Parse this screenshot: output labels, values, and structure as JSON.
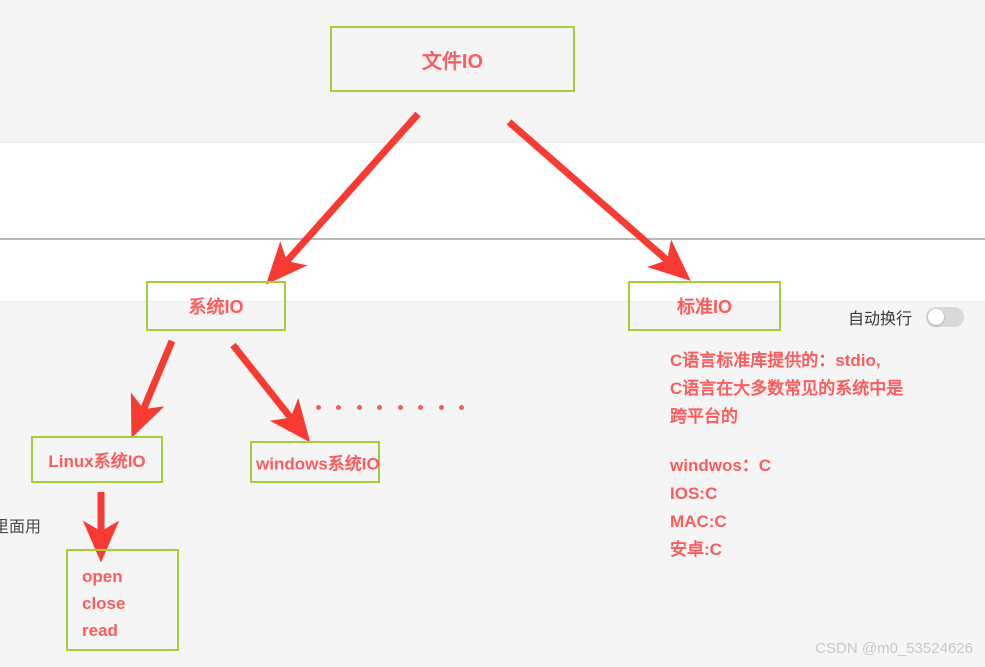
{
  "diagram": {
    "root": {
      "label": "文件IO"
    },
    "branches": [
      {
        "label": "系统IO"
      },
      {
        "label": "标准IO"
      }
    ],
    "system_children": [
      {
        "label": "Linux系统IO"
      },
      {
        "label": "windows系统IO"
      }
    ],
    "ellipsis_dot_count": 8,
    "linux_functions": {
      "line1": "open",
      "line2": "close",
      "line3": "read"
    },
    "standard_io_notes": {
      "line1": "C语言标准库提供的：stdio,",
      "line2": "C语言在大多数常见的系统中是",
      "line3": "跨平台的"
    },
    "platform_list": {
      "line1": "windwos：C",
      "line2": "IOS:C",
      "line3": "MAC:C",
      "line4": "安卓:C"
    }
  },
  "overlay": {
    "cut_off_text": "里面用",
    "watermark": "CSDN @m0_53524626"
  },
  "controls": {
    "auto_wrap": {
      "label": "自动换行",
      "state": "off"
    }
  },
  "colors": {
    "box_border": "#a6ce39",
    "text_red": "#fb5c5c",
    "arrow_red": "#f73b32",
    "band_gray": "#f5f5f5",
    "rule_gray": "#b9b9b9",
    "toggle_track": "#d9d9d9",
    "watermark_gray": "#c9c9c9"
  }
}
